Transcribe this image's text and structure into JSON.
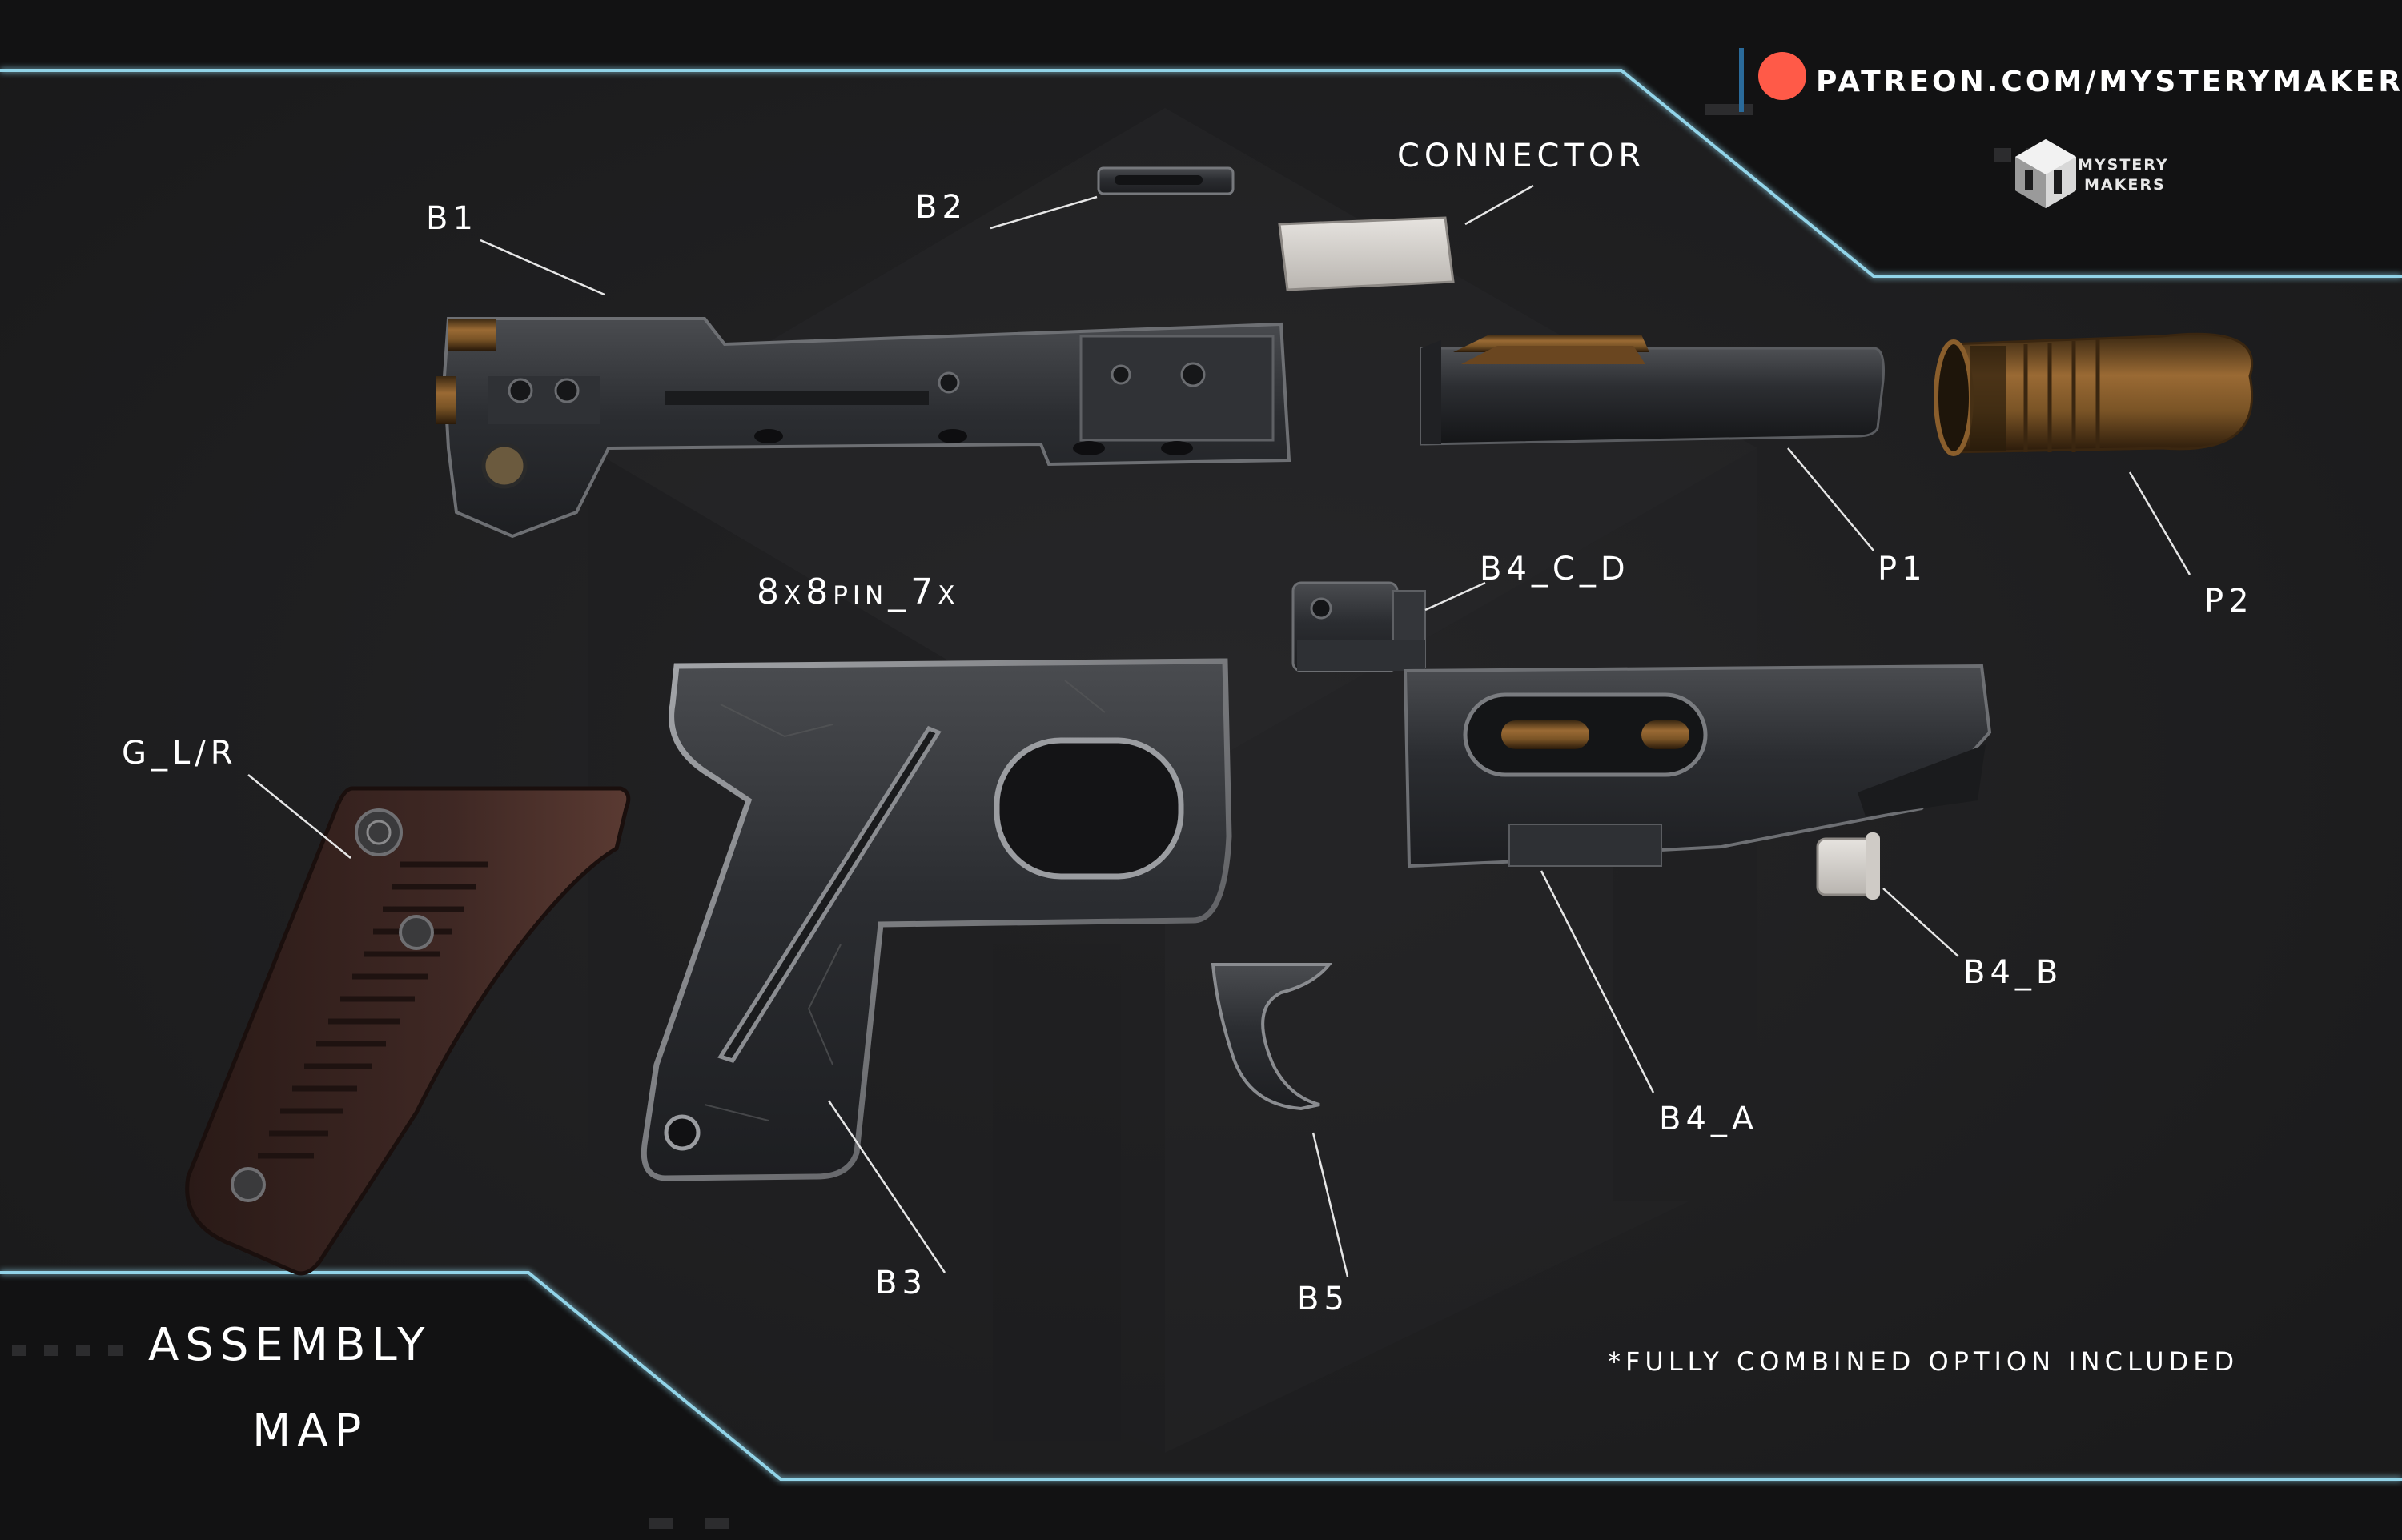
{
  "header": {
    "patreon_url": "PATREON.COM/MYSTERYMAKERS",
    "brand_line1": "MYSTERY",
    "brand_line2": "MAKERS"
  },
  "footer": {
    "title_line1": "ASSEMBLY",
    "title_line2": "MAP",
    "note": "*FULLY COMBINED OPTION INCLUDED"
  },
  "part_labels": {
    "b1": "B1",
    "b2": "B2",
    "connector": "CONNECTOR",
    "p1": "P1",
    "p2": "P2",
    "pin": "8x8pin_7x",
    "b4cd": "B4_C_D",
    "glr": "G_L/R",
    "b4b": "B4_B",
    "b4a": "B4_A",
    "b3": "B3",
    "b5": "B5"
  },
  "colors": {
    "background": "#1c1c1d",
    "frame_glow": "#9fe8ff",
    "patreon_dot": "#ff5a48",
    "metal_dark": "#2b2d31",
    "metal_edge": "#8a8c90",
    "brass": "#7a5426",
    "grip_brown": "#3b2622",
    "resin_white": "#d9d6d2"
  },
  "icons": {
    "patreon": "patreon-dot-icon",
    "brand": "mystery-makers-logo-icon"
  }
}
